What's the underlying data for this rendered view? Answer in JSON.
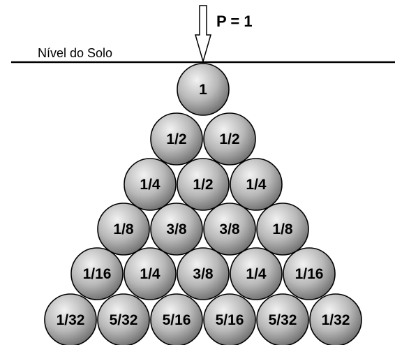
{
  "load": {
    "label": "P = 1"
  },
  "ground": {
    "label": "Nível do Solo"
  },
  "rows": [
    [
      "1"
    ],
    [
      "1/2",
      "1/2"
    ],
    [
      "1/4",
      "1/2",
      "1/4"
    ],
    [
      "1/8",
      "3/8",
      "3/8",
      "1/8"
    ],
    [
      "1/16",
      "1/4",
      "3/8",
      "1/4",
      "1/16"
    ],
    [
      "1/32",
      "5/32",
      "5/16",
      "5/16",
      "5/32",
      "1/32"
    ]
  ],
  "colors": {
    "ball_light": "#f2f2f2",
    "ball_mid": "#b8b8b8",
    "ball_dark": "#6e6e6e",
    "outline": "#000000"
  }
}
